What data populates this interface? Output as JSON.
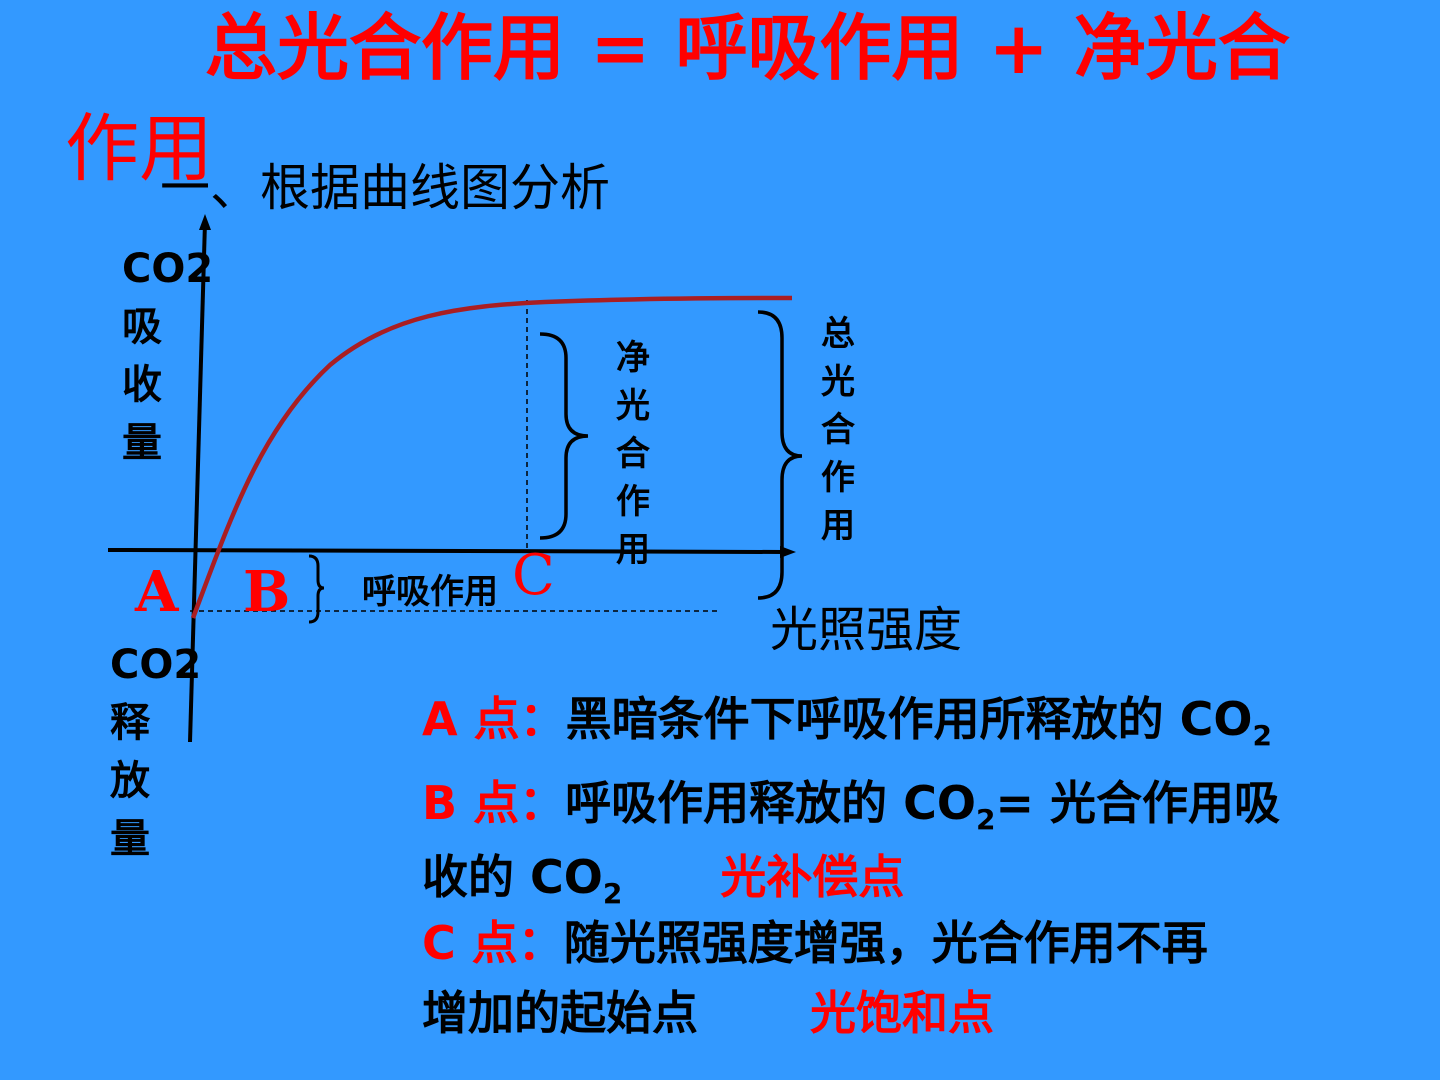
{
  "title": {
    "line1": "总光合作用 = 呼吸作用 + 净光合",
    "line2": "作用"
  },
  "subtitle": "一、根据曲线图分析",
  "diagram": {
    "y_label_top": [
      "CO2",
      "吸",
      "收",
      "量"
    ],
    "y_label_bottom": [
      "CO2",
      "释",
      "放",
      "量"
    ],
    "x_label": "光照强度",
    "point_a": "A",
    "point_b": "B",
    "point_c": "C",
    "respiration_label": "呼吸作用",
    "net_photosynthesis": [
      "净",
      "光",
      "合",
      "作",
      "用"
    ],
    "total_photosynthesis": [
      "总",
      "光",
      "合",
      "作",
      "用"
    ],
    "curve_color": "#aa1e22",
    "background_color": "#3399ff",
    "accent_color": "#ff0000"
  },
  "descriptions": {
    "a": {
      "label": "A 点：",
      "text": "黑暗条件下呼吸作用所释放的 CO",
      "sub": "2"
    },
    "b": {
      "label": "B 点：",
      "text1": "呼吸作用释放的 CO",
      "sub1": "2",
      "text2": "= 光合作用吸",
      "text3": "收的 CO",
      "sub2": "2",
      "term": "光补偿点"
    },
    "c": {
      "label": "C 点：",
      "text1": "随光照强度增强，光合作用不再",
      "text2": "增加的起始点",
      "term": "光饱和点"
    }
  }
}
